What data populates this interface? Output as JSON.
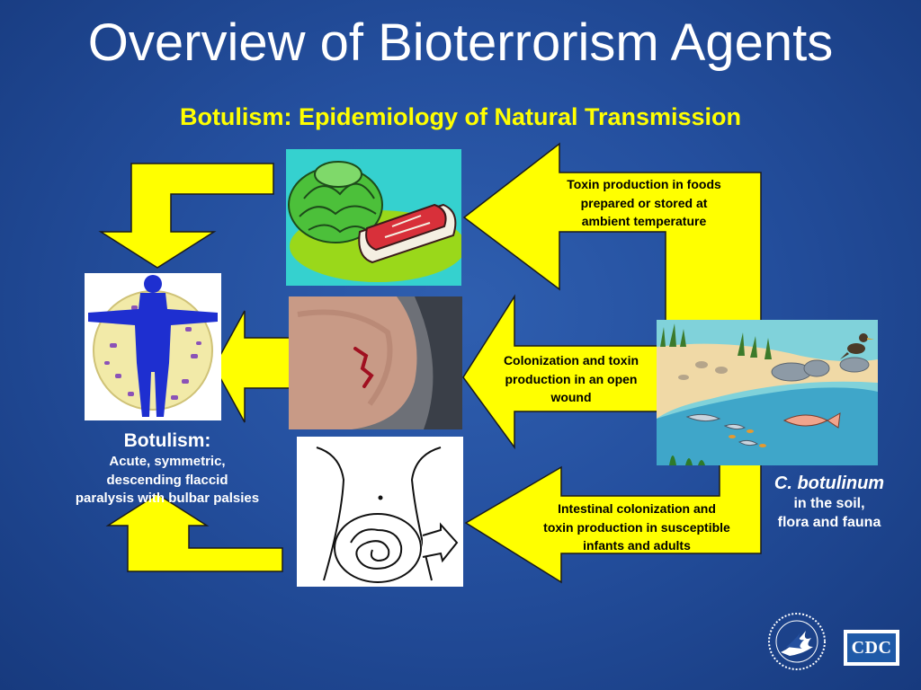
{
  "slide": {
    "title": "Overview of Bioterrorism Agents",
    "subtitle": "Botulism:  Epidemiology of  Natural Transmission"
  },
  "routes": {
    "foodborne": {
      "lines": [
        "Toxin production in foods",
        "prepared or stored at",
        "ambient temperature"
      ]
    },
    "wound": {
      "lines": [
        "Colonization and toxin",
        "production in an open",
        "wound"
      ]
    },
    "intestinal": {
      "lines": [
        "Intestinal colonization and",
        "toxin production in susceptible",
        "infants and adults"
      ]
    }
  },
  "disease": {
    "heading": "Botulism:",
    "lines": [
      "Acute, symmetric,",
      "descending flaccid",
      "paralysis with bulbar palsies"
    ]
  },
  "source": {
    "organism": "C. botulinum",
    "lines": [
      "in the soil,",
      "flora and fauna"
    ]
  },
  "logos": {
    "cdc": "CDC"
  },
  "colors": {
    "background": "#244f9e",
    "arrow": "#ffff00",
    "arrow_outline": "#1a1a1a",
    "title": "#ffffff",
    "subtitle": "#ffff00"
  }
}
